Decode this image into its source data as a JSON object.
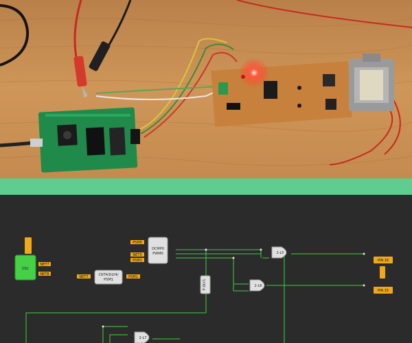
{
  "colors": {
    "wood": "#c98e52",
    "divider": "#5fcd8f",
    "schematic_bg": "#2b2b2b",
    "wire": "#3bd33b",
    "osc_block": "#46d046",
    "signal_tag": "#f0a818",
    "pcb_green": "#1f8a4a",
    "led_red": "#ff3b2b"
  },
  "schematic": {
    "osc": "OSC",
    "osc_out_1": "NET7",
    "osc_out_2": "NET8",
    "osc_in": "",
    "dcmp": "DCMP0\nPWM0",
    "dcmp_in_1": "PSM0",
    "dcmp_in_2": "NET3",
    "dcmp_in_3": "PSM1",
    "cnt": "CNT4/DLY4/\nPSM1",
    "cnt_in": "NET7",
    "cnt_out": "PSM1",
    "dly": "P DLY1",
    "and_top": "2-L5",
    "and_mid": "2-L6",
    "and_bottom": "2-L7",
    "pin_top": "PIN 16",
    "pin_bottom": "PIN 15",
    "pin_link": ""
  }
}
